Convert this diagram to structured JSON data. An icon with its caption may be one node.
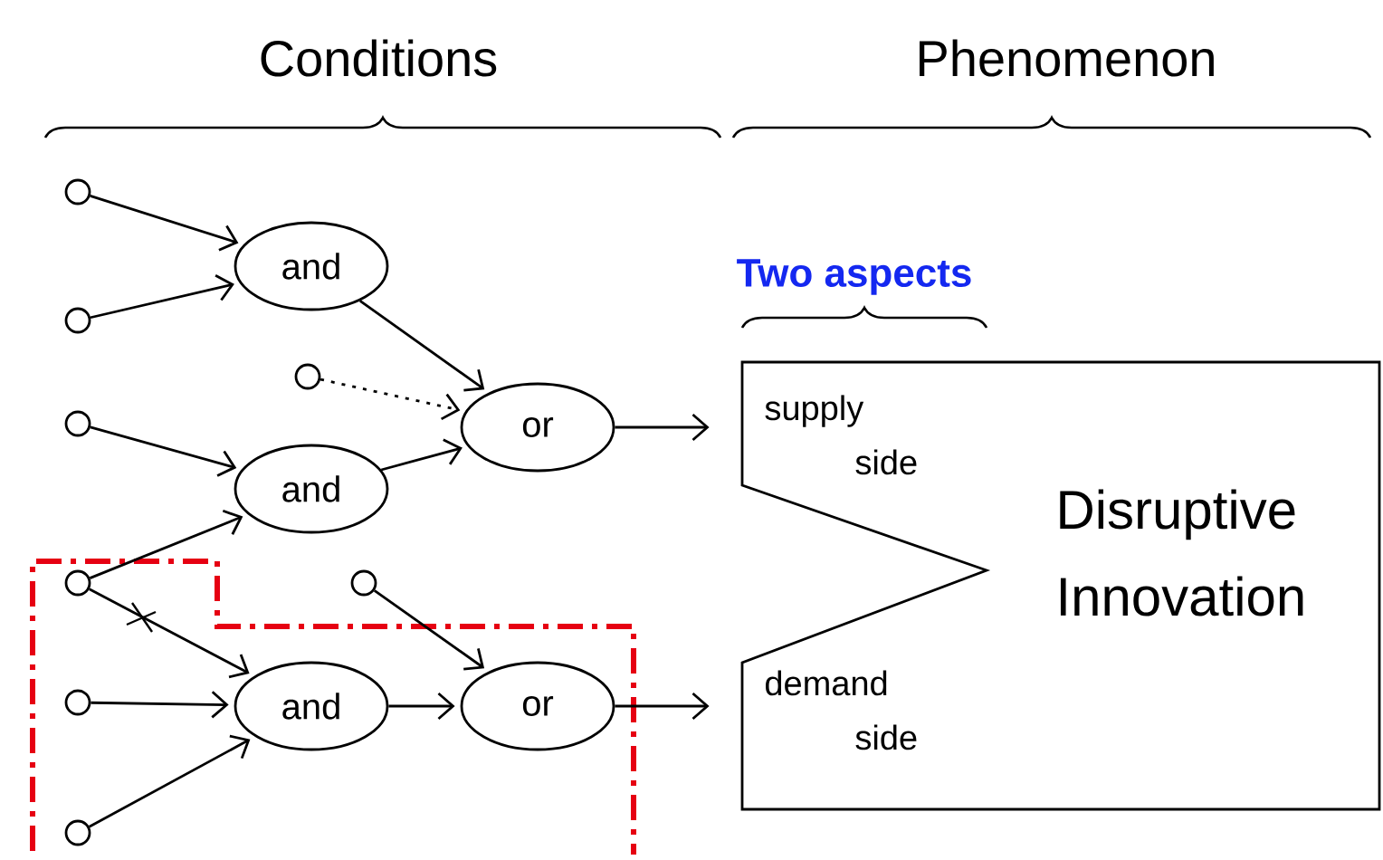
{
  "diagram": {
    "nodes": [
      {
        "text": [],
        "shape": "circle"
      },
      {
        "text": [],
        "shape": "circle"
      },
      {
        "text": [
          "and"
        ]
      },
      {
        "text": [],
        "shape": "circle"
      },
      {
        "text": [],
        "shape": "circle"
      },
      {
        "text": [
          "or"
        ]
      },
      {
        "text": [
          "and"
        ]
      },
      {
        "text": [],
        "shape": "circle"
      },
      {
        "text": [],
        "shape": "circle"
      },
      {
        "text": [],
        "shape": "circle"
      },
      {
        "text": [
          "and"
        ]
      },
      {
        "text": [
          "or"
        ]
      },
      {
        "text": [],
        "shape": "circle"
      },
      {
        "text": [
          "supply side",
          "demand side",
          "Disruptive Innovation"
        ]
      }
    ],
    "edges": [
      {
        "from": 0,
        "to": 2,
        "arrow": "to"
      },
      {
        "from": 1,
        "to": 2,
        "arrow": "to"
      },
      {
        "from": 2,
        "to": 5,
        "arrow": "to"
      },
      {
        "from": 3,
        "to": 5,
        "arrow": "to",
        "style": "dashed"
      },
      {
        "from": 4,
        "to": 6,
        "arrow": "to"
      },
      {
        "from": 6,
        "to": 5,
        "arrow": "to"
      },
      {
        "from": 5,
        "to": 13,
        "arrow": "to"
      },
      {
        "from": 7,
        "to": 6,
        "arrow": "to"
      },
      {
        "from": 7,
        "to": 10,
        "arrow": "to"
      },
      {
        "from": 8,
        "to": 11,
        "arrow": "to"
      },
      {
        "from": 9,
        "to": 10,
        "arrow": "to"
      },
      {
        "from": 10,
        "to": 11,
        "arrow": "to"
      },
      {
        "from": 11,
        "to": 13,
        "arrow": "to"
      },
      {
        "from": 12,
        "to": 10,
        "arrow": "to"
      }
    ],
    "labels": [
      "Conditions",
      "Phenomenon",
      "Two aspects"
    ]
  }
}
